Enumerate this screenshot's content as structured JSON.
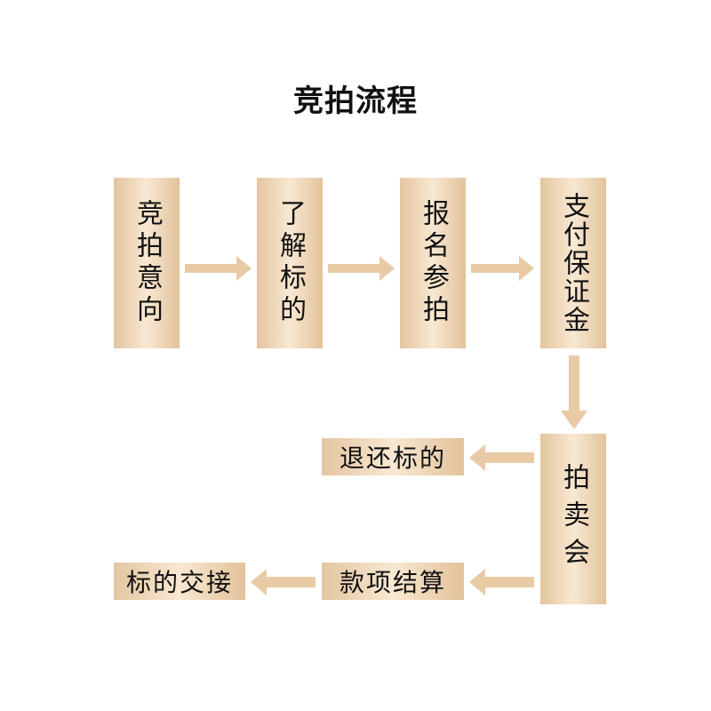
{
  "title": "竞拍流程",
  "colors": {
    "box_edge": "#e2c29b",
    "box_center": "#f8e8d2",
    "arrow": "#e8cba5",
    "text": "#111111"
  },
  "steps": {
    "intent": "竞拍意向",
    "learn": "了解标的",
    "register": "报名参拍",
    "deposit": "支付保证金",
    "auction": "拍卖会",
    "refund": "退还标的",
    "settle": "款项结算",
    "handover": "标的交接"
  }
}
